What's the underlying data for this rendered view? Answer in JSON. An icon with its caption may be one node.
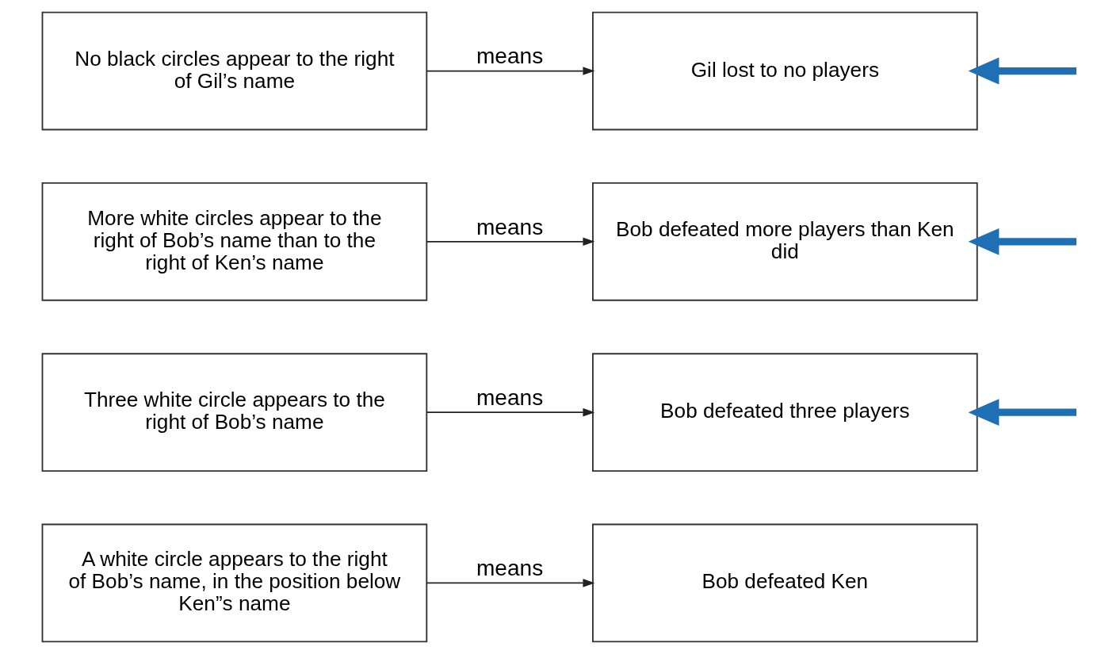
{
  "diagram": {
    "nodes": [
      {
        "text": [
          "A white circle appears to the right of Bob’s name, in the position below Ken”s name"
        ]
      },
      {
        "text": [
          "Bob defeated Ken"
        ]
      },
      {
        "text": [
          "Three white circle appears to the right of Bob’s name"
        ]
      },
      {
        "text": [
          "Bob defeated three players"
        ]
      },
      {
        "text": [
          "More white circles appear to the right of Bob’s name than to the right of Ken’s name"
        ]
      },
      {
        "text": [
          "Bob defeated more players than Ken did"
        ]
      },
      {
        "text": [
          "No black circles appear to the right of Gil’s name"
        ]
      },
      {
        "text": [
          "Gil lost to no players"
        ]
      }
    ],
    "edges": [
      {
        "from": 0,
        "to": 1,
        "arrow": "to",
        "label": "means"
      },
      {
        "from": 2,
        "to": 3,
        "arrow": "to",
        "label": "means"
      },
      {
        "from": null,
        "to": 3,
        "arrow": "to",
        "style": "thick",
        "color": "#1f6fb5"
      },
      {
        "from": 4,
        "to": 5,
        "arrow": "to",
        "label": "means"
      },
      {
        "from": null,
        "to": 5,
        "arrow": "to",
        "style": "thick",
        "color": "#1f6fb5"
      },
      {
        "from": 6,
        "to": 7,
        "arrow": "to",
        "label": "means"
      },
      {
        "from": null,
        "to": 7,
        "arrow": "to",
        "style": "thick",
        "color": "#1f6fb5"
      }
    ]
  }
}
